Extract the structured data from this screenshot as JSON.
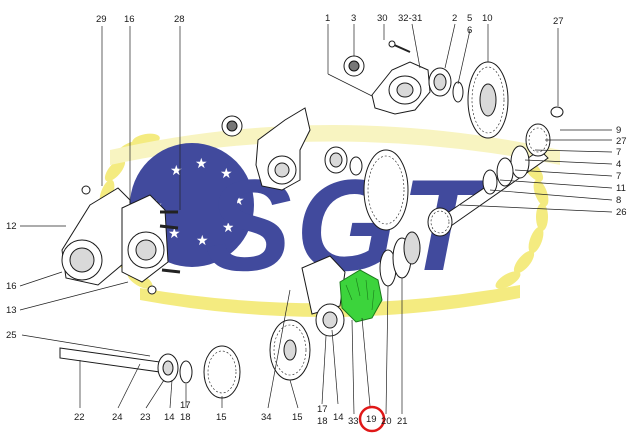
{
  "watermark": {
    "logo_text": "SGT",
    "colors": {
      "blue": "#1f2a8c",
      "yellow": "#f2e86a",
      "pale_yellow": "#f7f3b6",
      "stars": "#ffffff"
    }
  },
  "highlight": {
    "part_color": "#3cd43c",
    "circle_color": "#e01818"
  },
  "callouts": {
    "c1": "1",
    "c3": "3",
    "c30": "30",
    "c32_31": "32-31",
    "c2": "2",
    "c5": "5",
    "c6": "6",
    "c10": "10",
    "c27_top": "27",
    "c29": "29",
    "c16_top": "16",
    "c28": "28",
    "c9": "9",
    "c27_right": "27",
    "c7a": "7",
    "c4": "4",
    "c7b": "7",
    "c11": "11",
    "c8": "8",
    "c26": "26",
    "c12": "12",
    "c16_left": "16",
    "c13": "13",
    "c25": "25",
    "c22": "22",
    "c24": "24",
    "c23": "23",
    "c14_a": "14",
    "c18_a": "18",
    "c17_a": "17",
    "c15_a": "15",
    "c34": "34",
    "c15_b": "15",
    "c17_b": "17",
    "c18_b": "18",
    "c14_b": "14",
    "c33": "33",
    "c19": "19",
    "c20": "20",
    "c21": "21"
  }
}
